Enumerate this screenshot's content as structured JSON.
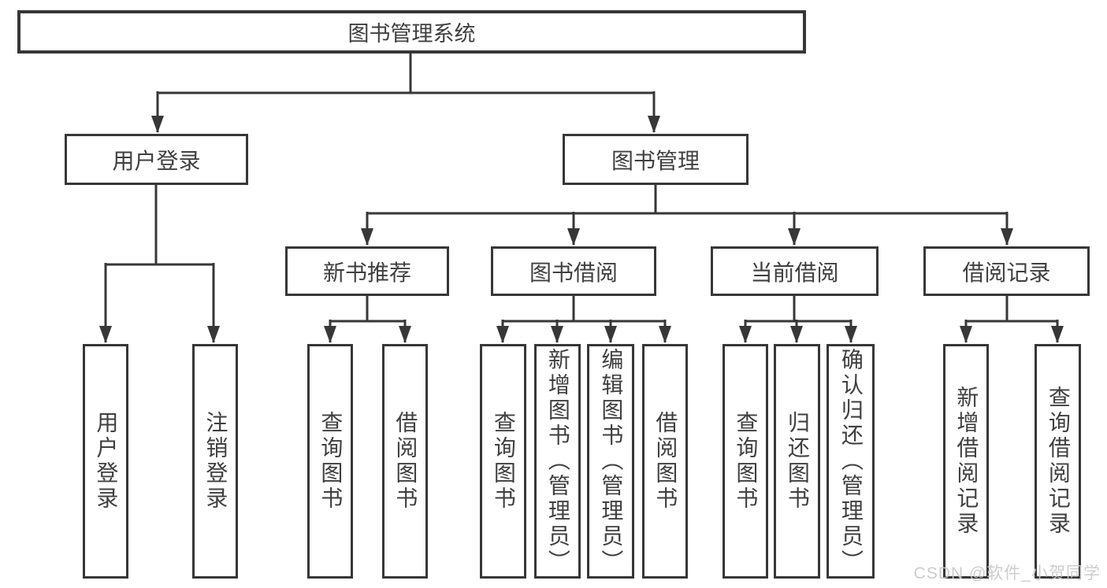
{
  "tree": {
    "root": "图书管理系统",
    "branches": [
      {
        "label": "用户登录",
        "children": [
          "用户登录",
          "注销登录"
        ]
      },
      {
        "label": "图书管理",
        "groups": [
          {
            "label": "新书推荐",
            "children": [
              "查询图书",
              "借阅图书"
            ]
          },
          {
            "label": "图书借阅",
            "children": [
              "查询图书",
              "新增图书（管理员）",
              "编辑图书（管理员）",
              "借阅图书"
            ]
          },
          {
            "label": "当前借阅",
            "children": [
              "查询图书",
              "归还图书",
              "确认归还（管理员）"
            ]
          },
          {
            "label": "借阅记录",
            "children": [
              "新增借阅记录",
              "查询借阅记录"
            ]
          }
        ]
      }
    ]
  },
  "watermark": "CSDN @软件_小贺同学",
  "colors": {
    "line": "#373737",
    "text": "#3f3f3f",
    "watermark": "#c9c9c9",
    "background": "#ffffff"
  }
}
